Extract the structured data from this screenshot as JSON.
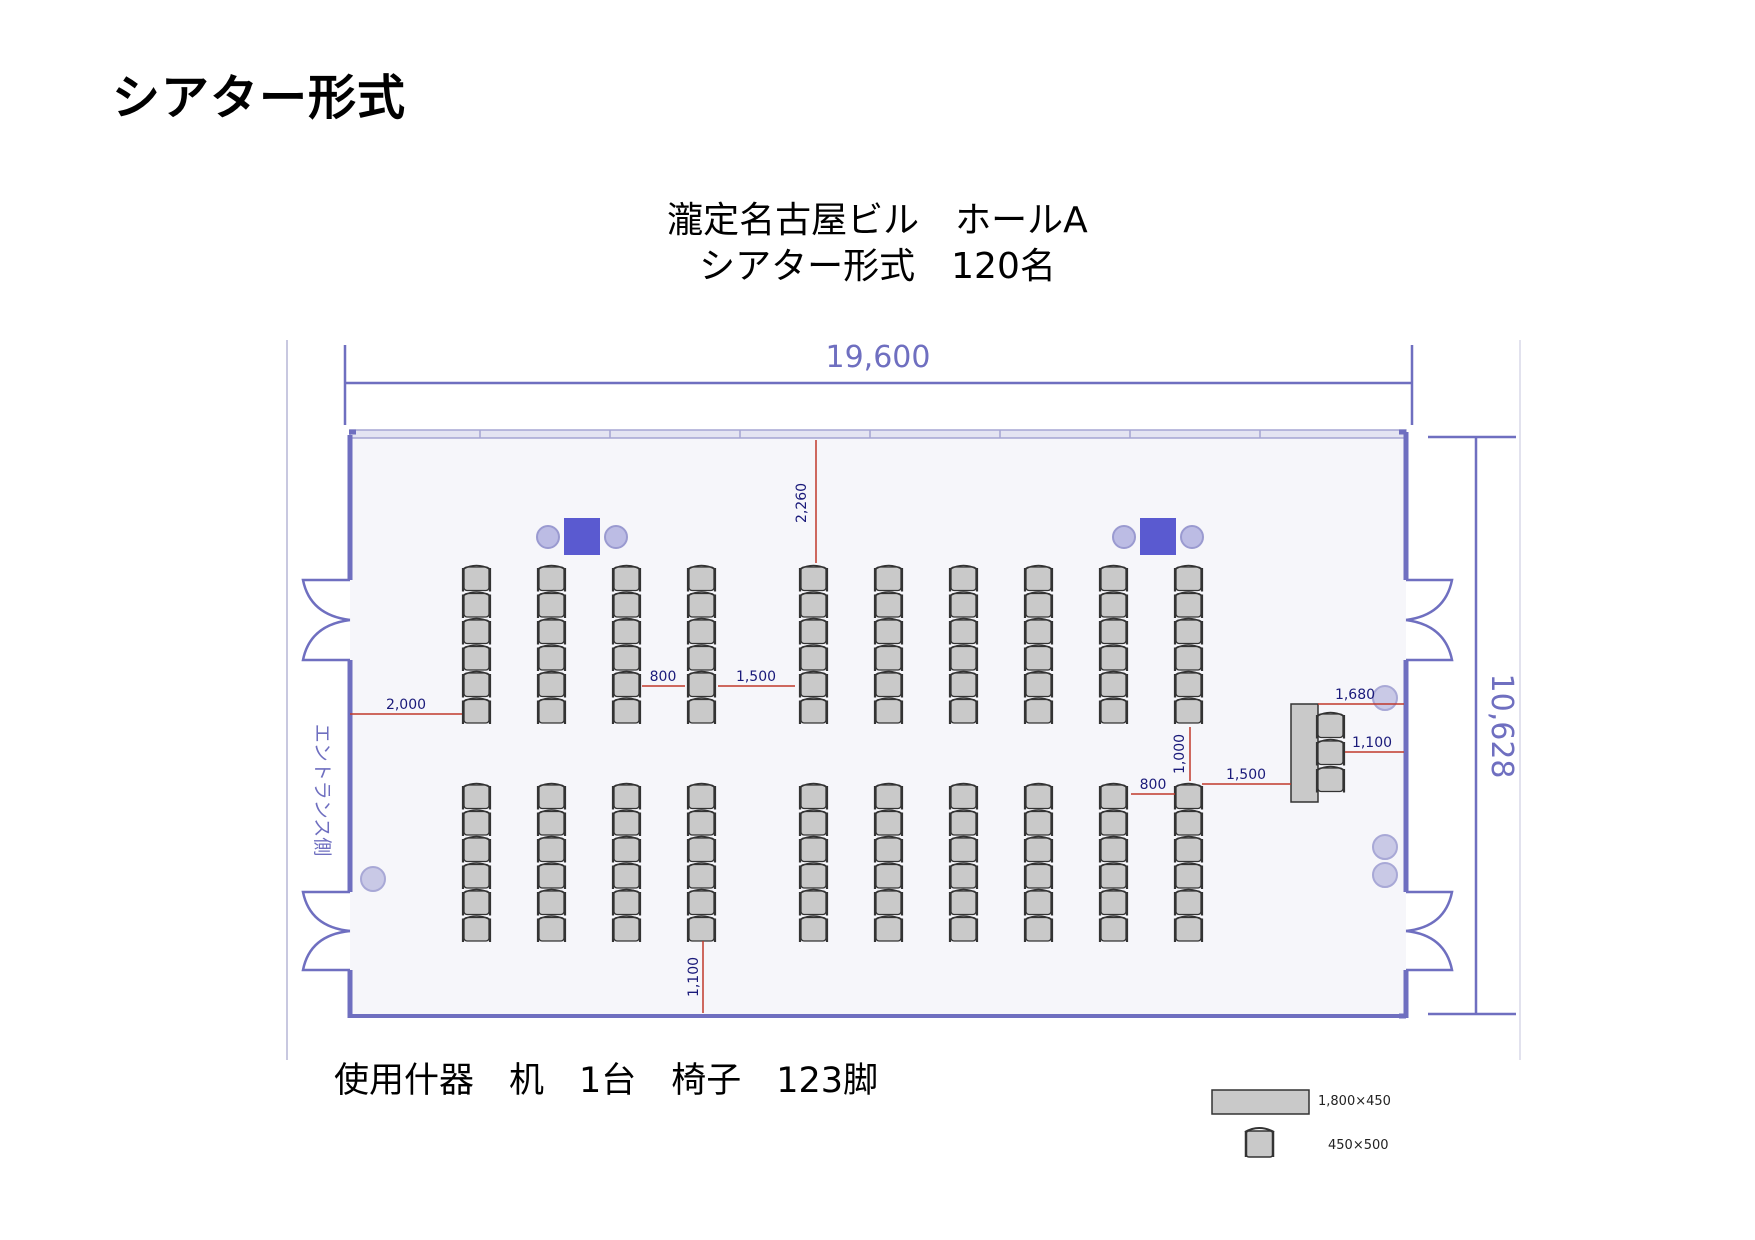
{
  "page": {
    "title": "シアター形式"
  },
  "hall": {
    "title_line1": "瀧定名古屋ビル　ホールA",
    "title_line2": "シアター形式　120名"
  },
  "floor_plan": {
    "room_width": "19,600",
    "room_depth": "10,628",
    "entrance_label": "エントランス側",
    "dim_top_gap": "2,260",
    "dim_entrance_gap": "2,000",
    "dim_aisle_small": "800",
    "dim_aisle_center": "1,500",
    "dim_bottom_gap": "1,100",
    "dim_front_gap": "1,680",
    "dim_front_row_gap": "1,100",
    "dim_right_small": "800",
    "dim_right_center": "1,500",
    "dim_row_gap": "1,000",
    "chair_columns": 10,
    "chairs_per_column": 6,
    "seat_blocks": 2,
    "colors": {
      "wall": "#6f6fc0",
      "floor": "#f6f6fa",
      "chair_fill": "#c9c9c9",
      "chair_stroke": "#333333",
      "dimension": "#c0392b",
      "dimension_text": "#1a1a7a"
    }
  },
  "equipment": {
    "summary": "使用什器　机　1台　椅子　123脚"
  },
  "legend": {
    "table_size": "1,800×450",
    "chair_size": "450×500"
  }
}
